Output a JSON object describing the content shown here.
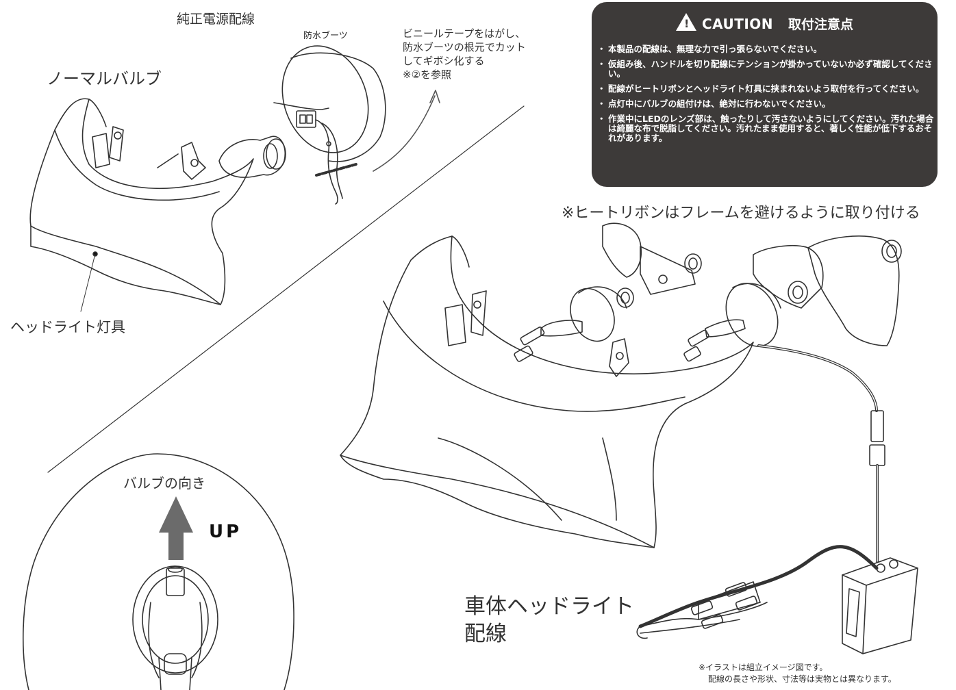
{
  "labels": {
    "junsei": "純正電源配線",
    "boot": "防水ブーツ",
    "vinyl_1": "ビニールテープをはがし、",
    "vinyl_2": "防水ブーツの根元でカット",
    "vinyl_3": "してギボシ化する",
    "vinyl_4": "※②を参照",
    "normal_bulb": "ノーマルバルブ",
    "headlight_unit": "ヘッドライト灯具",
    "heat_ribbon_note": "※ヒートリボンはフレームを避けるように取り付ける",
    "bulb_direction": "バルブの向き",
    "up": "UP",
    "vehicle_wiring_1": "車体ヘッドライト",
    "vehicle_wiring_2": "配線",
    "footnote_1": "※イラストは組立イメージ図です。",
    "footnote_2": "配線の長さや形状、寸法等は実物とは異なります。"
  },
  "caution": {
    "word": "CAUTION",
    "title": "取付注意点",
    "items": [
      "本製品の配線は、無理な力で引っ張らないでください。",
      "仮組み後、ハンドルを切り配線にテンションが掛かっていないか必ず確認してください。",
      "配線がヒートリボンとヘッドライト灯具に挟まれないよう取付を行ってください。",
      "点灯中にバルブの組付けは、絶対に行わないでください。",
      "作業中にLEDのレンズ部は、触ったりして汚さないようにしてください。汚れた場合は綺麗な布で脱脂してください。汚れたまま使用すると、著しく性能が低下するおそれがあります。"
    ]
  },
  "colors": {
    "caution_bg": "#3d3a39",
    "line": "#333333",
    "arrow": "#555555"
  }
}
